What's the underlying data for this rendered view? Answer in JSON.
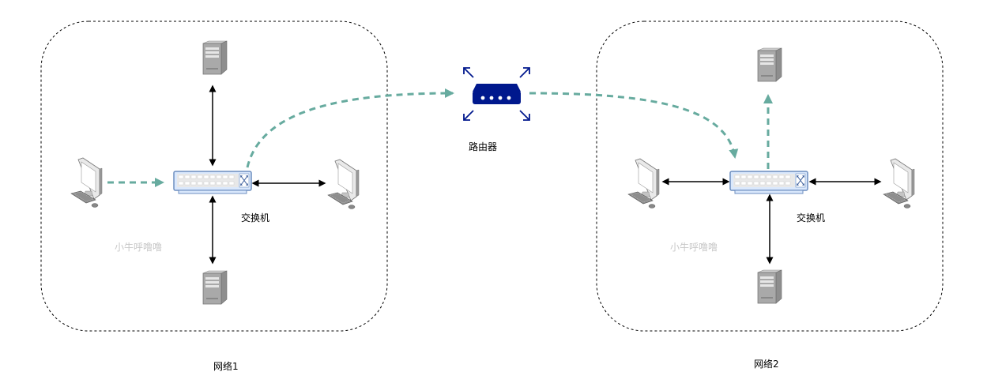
{
  "networks": [
    {
      "name": "网络1",
      "switch_label": "交换机",
      "watermark": "小牛呼噜噜"
    },
    {
      "name": "网络2",
      "switch_label": "交换机",
      "watermark": "小牛呼噜噜"
    }
  ],
  "router": {
    "label": "路由器"
  },
  "colors": {
    "path": "#67ab9f",
    "router": "#00188d",
    "border": "#000000",
    "link": "#000000",
    "watermark": "#c8c8c8"
  },
  "icons": [
    "server-icon",
    "desktop-icon",
    "switch-icon",
    "router-icon"
  ]
}
